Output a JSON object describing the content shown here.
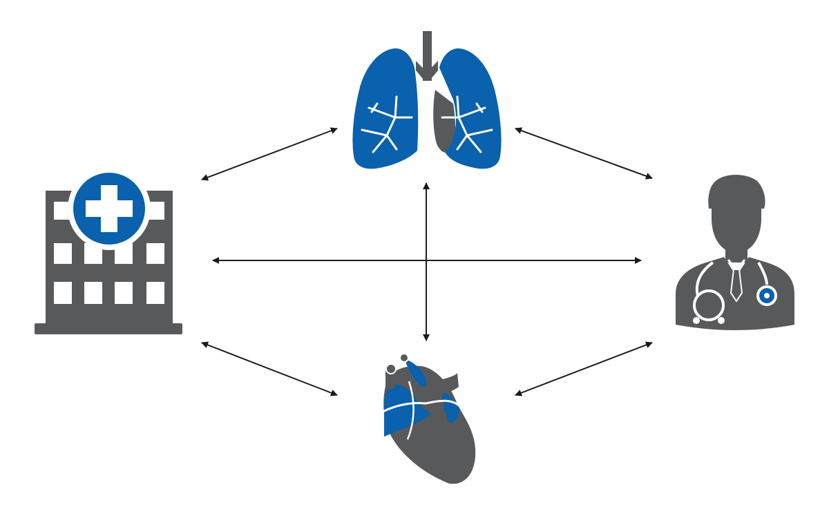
{
  "colors": {
    "primary_blue": "#0a61ad",
    "gray": "#58595b",
    "arrow": "#1a1a1a",
    "background": "#ffffff"
  },
  "nodes": [
    {
      "id": "lungs",
      "icon": "lungs-icon"
    },
    {
      "id": "hospital",
      "icon": "hospital-icon"
    },
    {
      "id": "doctor",
      "icon": "doctor-icon"
    },
    {
      "id": "heart",
      "icon": "heart-icon"
    }
  ],
  "connections": [
    {
      "from": "hospital",
      "to": "lungs",
      "direction": "bidirectional"
    },
    {
      "from": "lungs",
      "to": "doctor",
      "direction": "bidirectional"
    },
    {
      "from": "hospital",
      "to": "doctor",
      "direction": "bidirectional"
    },
    {
      "from": "lungs",
      "to": "heart",
      "direction": "bidirectional"
    },
    {
      "from": "hospital",
      "to": "heart",
      "direction": "bidirectional"
    },
    {
      "from": "heart",
      "to": "doctor",
      "direction": "bidirectional"
    }
  ]
}
